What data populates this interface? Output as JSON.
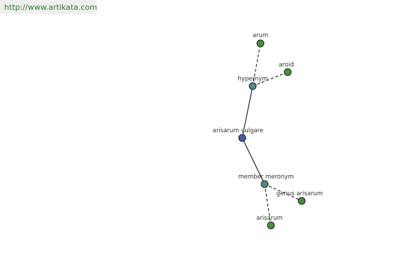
{
  "site_url": "http://www.artikata.com",
  "colors": {
    "center": "#4a5aa0",
    "relation": "#4f8a8a",
    "leaf": "#4d8a45",
    "url_text": "#33792f",
    "url_bg": "#efefef"
  },
  "nodes": [
    {
      "id": "center",
      "label": "arisarum vulgare",
      "kind": "center"
    },
    {
      "id": "hypernym",
      "label": "hypernym",
      "kind": "relation"
    },
    {
      "id": "member_meronym",
      "label": "member meronym",
      "kind": "relation"
    },
    {
      "id": "arum",
      "label": "arum",
      "kind": "leaf"
    },
    {
      "id": "aroid",
      "label": "aroid",
      "kind": "leaf"
    },
    {
      "id": "genus_arisarum",
      "label": "genus arisarum",
      "kind": "leaf"
    },
    {
      "id": "arisarum",
      "label": "arisarum",
      "kind": "leaf"
    }
  ],
  "edges": [
    {
      "from": "center",
      "to": "hypernym",
      "style": "solid"
    },
    {
      "from": "center",
      "to": "member_meronym",
      "style": "solid"
    },
    {
      "from": "hypernym",
      "to": "arum",
      "style": "dashed"
    },
    {
      "from": "hypernym",
      "to": "aroid",
      "style": "dashed"
    },
    {
      "from": "member_meronym",
      "to": "genus_arisarum",
      "style": "dashed"
    },
    {
      "from": "member_meronym",
      "to": "arisarum",
      "style": "dashed"
    }
  ]
}
